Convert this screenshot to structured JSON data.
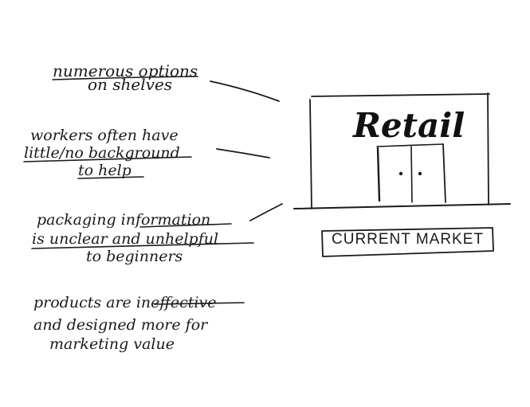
{
  "notes": {
    "numerous_options": [
      "numerous options",
      "on shelves"
    ],
    "workers": [
      "workers often have",
      "little/no background",
      "to help"
    ],
    "packaging": [
      "packaging information",
      "is unclear and unhelpful",
      "to beginners"
    ],
    "products": [
      "products are ineffective",
      "and designed more for",
      "marketing value"
    ]
  },
  "store": {
    "sign": "Retail"
  },
  "caption": "CURRENT MARKET"
}
